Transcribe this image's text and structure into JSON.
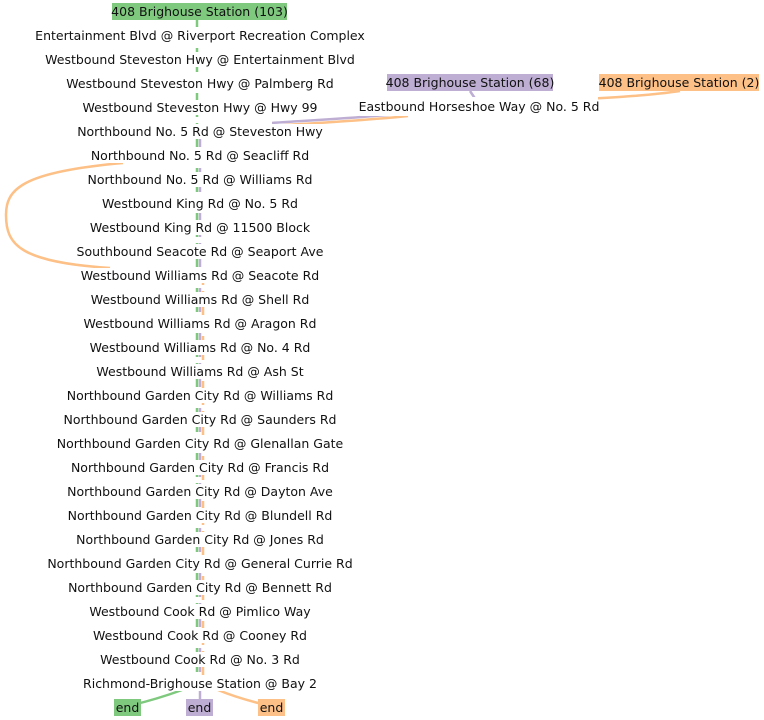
{
  "routes": [
    {
      "id": "103",
      "header": "408 Brighouse Station (103)",
      "color": "#7fc97f",
      "end_label": "end"
    },
    {
      "id": "68",
      "header": "408 Brighouse Station (68)",
      "color": "#beaed4",
      "end_label": "end"
    },
    {
      "id": "2",
      "header": "408 Brighouse Station (2)",
      "color": "#fdc086",
      "end_label": "end"
    }
  ],
  "stops": [
    "Entertainment Blvd @ Riverport Recreation Complex",
    "Westbound Steveston Hwy @ Entertainment Blvd",
    "Westbound Steveston Hwy @ Palmberg Rd",
    "Westbound Steveston Hwy @ Hwy 99",
    "Northbound No. 5 Rd @ Steveston Hwy",
    "Northbound No. 5 Rd @ Seacliff Rd",
    "Northbound No. 5 Rd @ Williams Rd",
    "Westbound King Rd @ No. 5 Rd",
    "Westbound King Rd @ 11500 Block",
    "Southbound Seacote Rd @ Seaport Ave",
    "Westbound Williams Rd @ Seacote Rd",
    "Westbound Williams Rd @ Shell Rd",
    "Westbound Williams Rd @ Aragon Rd",
    "Westbound Williams Rd @ No. 4 Rd",
    "Westbound Williams Rd @ Ash St",
    "Northbound Garden City Rd @ Williams Rd",
    "Northbound Garden City Rd @ Saunders Rd",
    "Northbound Garden City Rd @ Glenallan Gate",
    "Northbound Garden City Rd @ Francis Rd",
    "Northbound Garden City Rd @ Dayton Ave",
    "Northbound Garden City Rd @ Blundell Rd",
    "Northbound Garden City Rd @ Jones Rd",
    "Northbound Garden City Rd @ General Currie Rd",
    "Northbound Garden City Rd @ Bennett Rd",
    "Westbound Cook Rd @ Pimlico Way",
    "Westbound Cook Rd @ Cooney Rd",
    "Westbound Cook Rd @ No. 3 Rd",
    "Richmond-Brighouse Station @ Bay 2"
  ],
  "side_stops": [
    "Eastbound Horseshoe Way @ No. 5 Rd"
  ]
}
